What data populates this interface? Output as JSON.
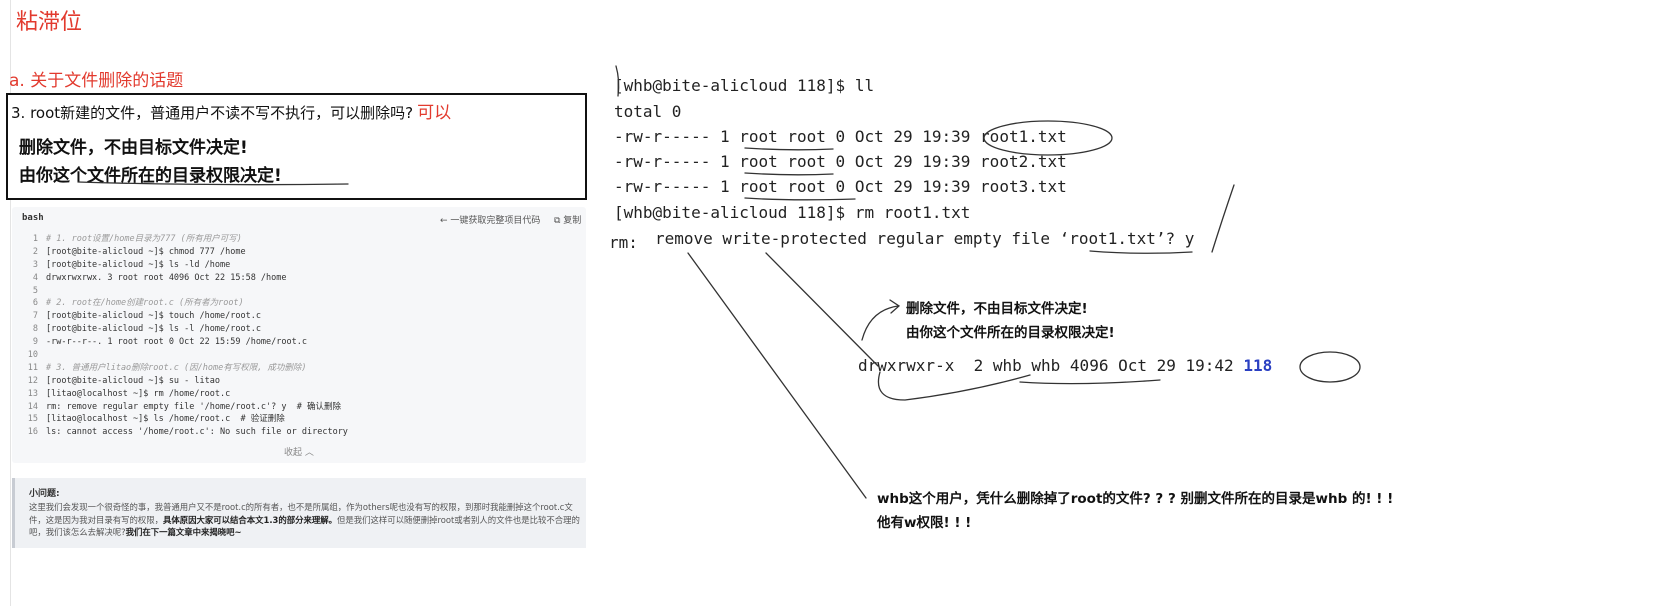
{
  "left": {
    "title": "粘滞位",
    "subtitle": "a. 关于文件删除的话题",
    "question": "3. root新建的文件，普通用户不读不写不执行，可以删除吗?",
    "answer": "可以",
    "bold_line_1": "删除文件，不由目标文件决定!",
    "bold_line_2": "由你这个文件所在的目录权限决定!",
    "code": {
      "language": "bash",
      "action_copy_all": "← 一键获取完整项目代码",
      "action_copy": "复制",
      "collapse_label": "收起 ︿",
      "lines": [
        {
          "n": "1",
          "t": "# 1. root设置/home目录为777 (所有用户可写)",
          "c": true
        },
        {
          "n": "2",
          "t": "[root@bite-alicloud ~]$ chmod 777 /home",
          "c": false
        },
        {
          "n": "3",
          "t": "[root@bite-alicloud ~]$ ls -ld /home",
          "c": false
        },
        {
          "n": "4",
          "t": "drwxrwxrwx. 3 root root 4096 Oct 22 15:58 /home",
          "c": false
        },
        {
          "n": "5",
          "t": "",
          "c": false
        },
        {
          "n": "6",
          "t": "# 2. root在/home创建root.c (所有者为root)",
          "c": true
        },
        {
          "n": "7",
          "t": "[root@bite-alicloud ~]$ touch /home/root.c",
          "c": false
        },
        {
          "n": "8",
          "t": "[root@bite-alicloud ~]$ ls -l /home/root.c",
          "c": false
        },
        {
          "n": "9",
          "t": "-rw-r--r--. 1 root root 0 Oct 22 15:59 /home/root.c",
          "c": false
        },
        {
          "n": "10",
          "t": "",
          "c": false
        },
        {
          "n": "11",
          "t": "# 3. 普通用户litao删除root.c (因/home有写权限, 成功删除)",
          "c": true
        },
        {
          "n": "12",
          "t": "[root@bite-alicloud ~]$ su - litao",
          "c": false
        },
        {
          "n": "13",
          "t": "[litao@localhost ~]$ rm /home/root.c",
          "c": false
        },
        {
          "n": "14",
          "t": "rm: remove regular empty file '/home/root.c'? y  # 确认删除",
          "c": false
        },
        {
          "n": "15",
          "t": "[litao@localhost ~]$ ls /home/root.c  # 验证删除",
          "c": false
        },
        {
          "n": "16",
          "t": "ls: cannot access '/home/root.c': No such file or directory",
          "c": false
        }
      ]
    },
    "note": {
      "heading": "小问题:",
      "body_1": "这里我们会发现一个很奇怪的事，我普通用户又不是root.c的所有者，也不是所属组，作为others呢也没有写的权限，到那时我能删掉这个root.c文件，这是因为我对目录有写的权限，",
      "body_bold_1": "具体原因大家可以结合本文1.3的部分来理解。",
      "body_2": "但是我们这样可以随便删掉root或者别人的文件也是比较不合理的吧，我们该怎么去解决呢?",
      "body_bold_2": "我们在下一篇文章中来揭晓吧~"
    }
  },
  "right": {
    "terminal": [
      "[whb@bite-alicloud 118]$ ll",
      "total 0",
      "-rw-r----- 1 root root 0 Oct 29 19:39 root1.txt",
      "-rw-r----- 1 root root 0 Oct 29 19:39 root2.txt",
      "-rw-r----- 1 root root 0 Oct 29 19:39 root3.txt",
      "[whb@bite-alicloud 118]$ rm root1.txt"
    ],
    "rm_label": "rm:",
    "rm_prompt": "remove write-protected regular empty file ‘root1.txt’? y",
    "note_1": "删除文件，不由目标文件决定!",
    "note_2": "由你这个文件所在的目录权限决定!",
    "dir_line": "drwxrwxr-x  2 whb whb 4096 Oct 29 19:42 ",
    "dir_name": "118",
    "bottom_1": "whb这个用户，凭什么删除掉了root的文件? ? ? 别删文件所在的目录是whb 的! ! !",
    "bottom_2": "他有w权限! ! !"
  }
}
